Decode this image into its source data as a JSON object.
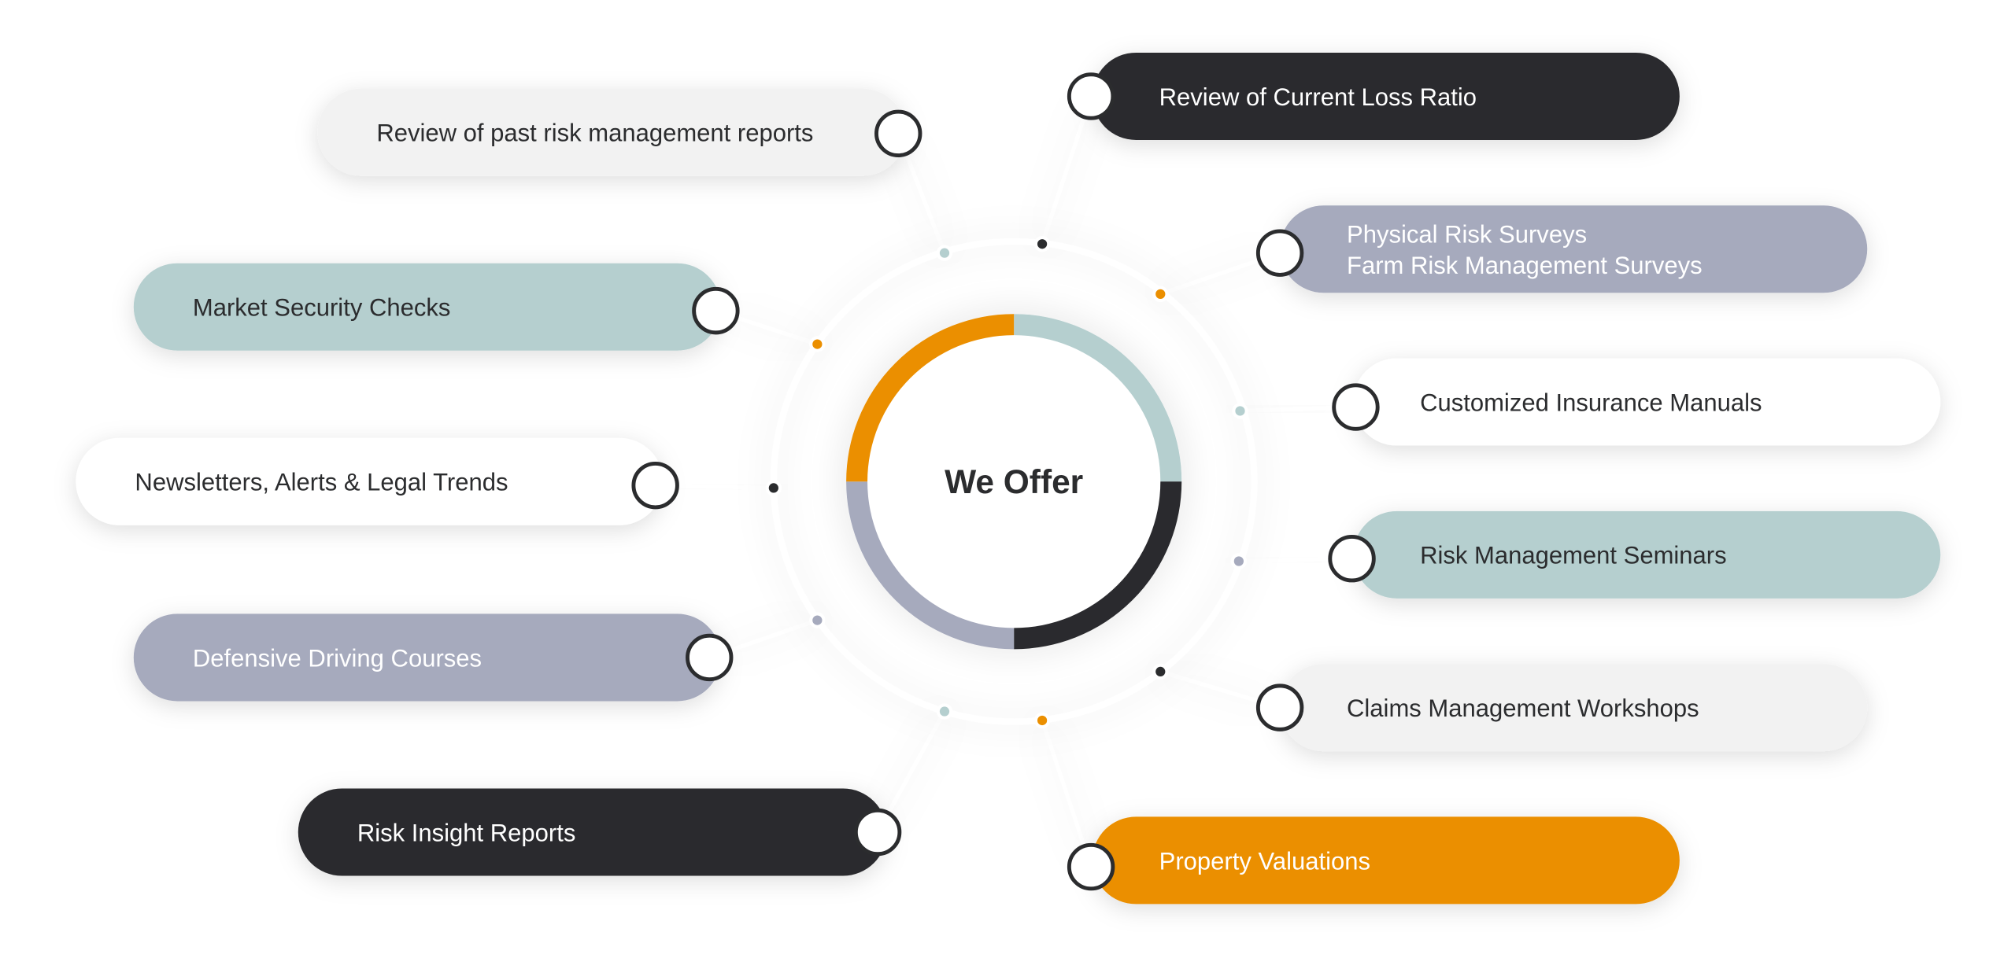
{
  "center": {
    "title": "We Offer"
  },
  "colors": {
    "dark": "#2b2c2e",
    "orange": "#eb8f00",
    "teal": "#b5cfcf",
    "slate": "#a6aabd",
    "light": "#f2f2f2",
    "white": "#ffffff"
  },
  "items": [
    {
      "lines": [
        "Review of past risk management reports"
      ],
      "fill": "light",
      "dot": "teal"
    },
    {
      "lines": [
        "Review of Current Loss Ratio"
      ],
      "fill": "dark",
      "dot": "dark"
    },
    {
      "lines": [
        "Physical Risk Surveys",
        "Farm Risk Management Surveys"
      ],
      "fill": "slate",
      "dot": "orange"
    },
    {
      "lines": [
        "Customized Insurance Manuals"
      ],
      "fill": "white",
      "dot": "teal"
    },
    {
      "lines": [
        "Risk Management Seminars"
      ],
      "fill": "teal",
      "dot": "slate"
    },
    {
      "lines": [
        "Claims Management Workshops"
      ],
      "fill": "light",
      "dot": "dark"
    },
    {
      "lines": [
        "Property Valuations"
      ],
      "fill": "orange",
      "dot": "orange"
    },
    {
      "lines": [
        "Risk Insight Reports"
      ],
      "fill": "dark",
      "dot": "teal"
    },
    {
      "lines": [
        "Defensive Driving Courses"
      ],
      "fill": "slate",
      "dot": "slate"
    },
    {
      "lines": [
        "Newsletters, Alerts & Legal Trends"
      ],
      "fill": "white",
      "dot": "dark"
    },
    {
      "lines": [
        "Market Security Checks"
      ],
      "fill": "teal",
      "dot": "orange"
    }
  ]
}
